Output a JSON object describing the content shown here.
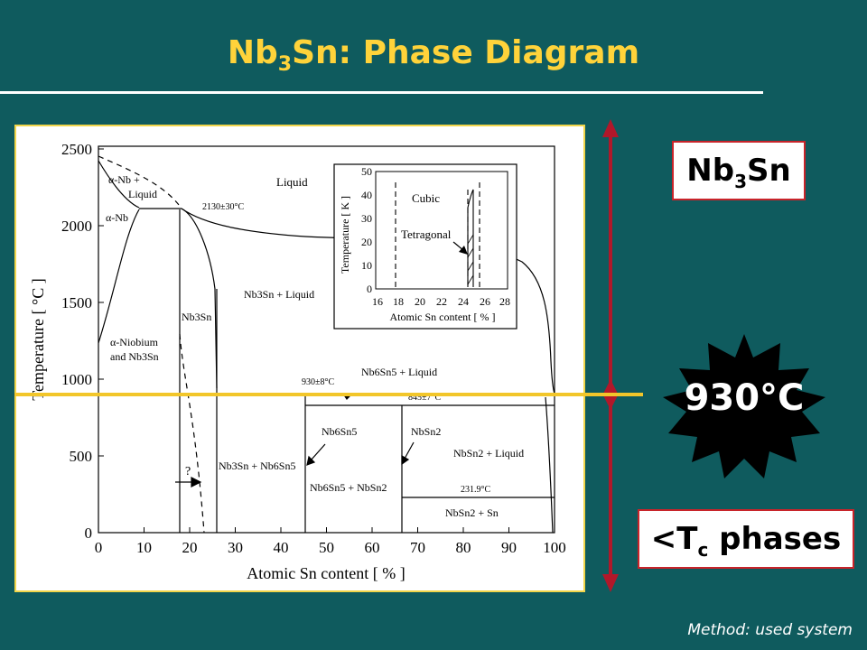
{
  "header": {
    "title_main": "Nb",
    "title_sub": "3",
    "title_rest": "Sn: Phase Diagram"
  },
  "labels": {
    "nb3sn_box": {
      "main": "Nb",
      "sub": "3",
      "rest": "Sn"
    },
    "tc_box": {
      "prefix": "<T",
      "sub": "c",
      "rest": " phases"
    },
    "starburst": "930°C",
    "footer": "Method: used system"
  },
  "colors": {
    "background": "#0f5b5e",
    "title": "#ffd33a",
    "arrow_red": "#b0182a",
    "highlight_line": "#f2c62a",
    "box_border": "#c8242a",
    "figure_border": "#f1d54a"
  },
  "diagram": {
    "xlabel": "Atomic Sn content [ % ]",
    "ylabel": "Temperature [ °C ]",
    "x_ticks": [
      "0",
      "10",
      "20",
      "30",
      "40",
      "50",
      "60",
      "70",
      "80",
      "90",
      "100"
    ],
    "y_ticks": [
      "0",
      "500",
      "1000",
      "1500",
      "2000",
      "2500"
    ],
    "regions": {
      "anb_liquid_1": "α-Nb +",
      "anb_liquid_2": "Liquid",
      "anb": "α-Nb",
      "liquid": "Liquid",
      "t2130": "2130±30°C",
      "nb3sn": "Nb3Sn",
      "nb3sn_liquid": "Nb3Sn + Liquid",
      "aniob_1": "α-Niobium",
      "aniob_2": "and Nb3Sn",
      "t930": "930±8°C",
      "nb6sn5_liquid": "Nb6Sn5 + Liquid",
      "t845": "845±7°C",
      "nb6sn5": "Nb6Sn5",
      "nbsn2": "NbSn2",
      "nbsn2_liquid": "NbSn2 + Liquid",
      "nb3sn_nb6sn5": "Nb3Sn + Nb6Sn5",
      "t231": "231.9°C",
      "nb6sn5_nbsn2": "Nb6Sn5 + NbSn2",
      "nbsn2_sn": "NbSn2 + Sn",
      "question": "?"
    },
    "inset": {
      "xlabel": "Atomic Sn content [ % ]",
      "ylabel": "Temperature [ K ]",
      "x_ticks": [
        "16",
        "18",
        "20",
        "22",
        "24",
        "26",
        "28"
      ],
      "y_ticks": [
        "0",
        "10",
        "20",
        "30",
        "40",
        "50"
      ],
      "cubic": "Cubic",
      "tetragonal": "Tetragonal"
    }
  }
}
